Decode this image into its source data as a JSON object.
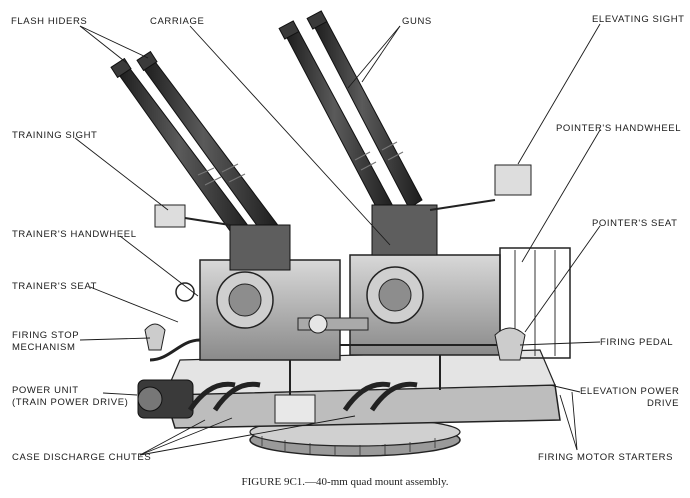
{
  "labels": {
    "flash_hiders": "FLASH HIDERS",
    "carriage": "CARRIAGE",
    "guns": "GUNS",
    "elevating_sight": "ELEVATING SIGHT",
    "training_sight": "TRAINING SIGHT",
    "pointers_handwheel": "POINTER'S HANDWHEEL",
    "trainers_handwheel": "TRAINER'S HANDWHEEL",
    "pointers_seat": "POINTER'S SEAT",
    "trainers_seat": "TRAINER'S SEAT",
    "firing_stop_line1": "FIRING STOP",
    "firing_stop_line2": "MECHANISM",
    "firing_pedal": "FIRING PEDAL",
    "power_unit_line1": "POWER UNIT",
    "power_unit_line2": "(TRAIN POWER DRIVE)",
    "elevation_power_line1": "ELEVATION POWER",
    "elevation_power_line2": "DRIVE",
    "case_discharge_chutes": "CASE DISCHARGE CHUTES",
    "firing_motor_starters": "FIRING MOTOR STARTERS"
  },
  "caption": "FIGURE 9C1.—40-mm quad mount assembly.",
  "colors": {
    "ink": "#1a1a1a",
    "metal_dark": "#2b2b2b",
    "metal_mid": "#6f6f6f",
    "metal_light": "#c9c9c9"
  }
}
